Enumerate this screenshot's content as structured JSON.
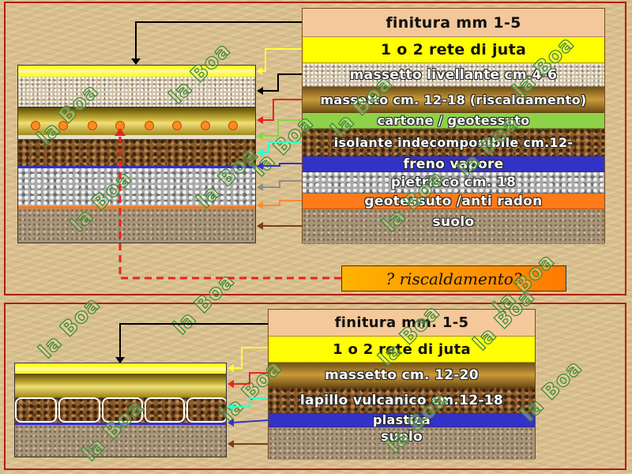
{
  "top": {
    "legend": [
      {
        "label": "finitura     mm 1-5"
      },
      {
        "label": "1 o 2 rete di juta"
      },
      {
        "label": "massetto livellante cm.4-6"
      },
      {
        "label": "massetto cm. 12-18 (riscaldamento)"
      },
      {
        "label": "cartone / geotessuto"
      },
      {
        "label": "isolante indecomponibile cm.12-"
      },
      {
        "label": "freno vapore"
      },
      {
        "label": "pietrisco cm. 18"
      },
      {
        "label": "geotessuto /anti radon"
      },
      {
        "label": "suolo"
      }
    ],
    "question_label": "? riscaldamento?"
  },
  "bottom": {
    "legend": [
      {
        "label": "finitura     mm. 1-5"
      },
      {
        "label": "1 o 2 rete di juta"
      },
      {
        "label": "massetto cm. 12-20"
      },
      {
        "label": "lapillo vulcanico cm.12-18"
      },
      {
        "label": "plastica"
      },
      {
        "label": "suolo"
      }
    ]
  },
  "watermark": "la Boa",
  "colors": {
    "frame_border": "#b21b14",
    "watermark_green": "#3f8a35",
    "yellow": "#ffff00",
    "blue": "#3232c8",
    "orange": "#ff7a1a",
    "heating_dot": "#ff8a1e",
    "arrow_red": "#e8241a",
    "arrow_yellow": "#ffff33",
    "arrow_green": "#7ddc3a",
    "arrow_cyan": "#2fffd0",
    "arrow_blue": "#3232c8",
    "arrow_gray": "#8c8c8c",
    "arrow_orange": "#ff8a2a",
    "arrow_brown": "#7a3f10"
  }
}
